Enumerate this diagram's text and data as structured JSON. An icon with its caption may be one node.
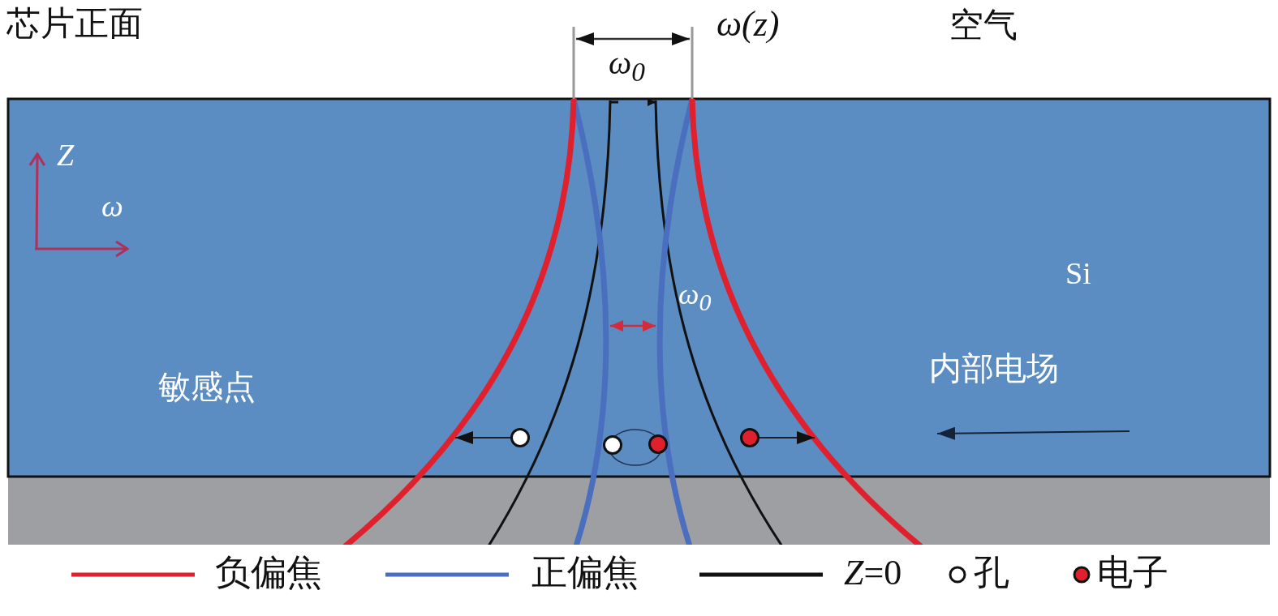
{
  "diagram": {
    "nodes": [
      {
        "text": [],
        "shape": "circle"
      },
      {
        "text": [],
        "shape": "circle"
      },
      {
        "text": [],
        "shape": "circle"
      },
      {
        "text": [],
        "shape": "circle"
      }
    ],
    "edges": [
      {
        "from": 0,
        "to": null,
        "arrow": "to"
      },
      {
        "from": 3,
        "to": null,
        "arrow": "to"
      }
    ],
    "labels": [
      "芯片正面",
      "ω(z)",
      "空气",
      "ω$_{0}$",
      "Z",
      "ω",
      "Si",
      "ω$_{0}$",
      "内部电场",
      "敏感点"
    ],
    "legend": [
      {
        "text": "负偏焦"
      },
      {
        "text": "正偏焦"
      },
      {
        "text": "*Z*=0"
      },
      {
        "text": "孔"
      },
      {
        "text": "电子"
      }
    ]
  }
}
